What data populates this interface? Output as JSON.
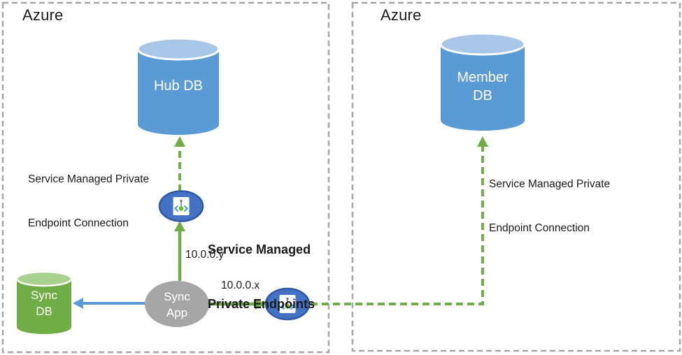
{
  "colors": {
    "region_border": "#a6a6a6",
    "db_blue": "#5b9bd5",
    "db_blue_top": "#a8c6e8",
    "db_green": "#70ad47",
    "db_green_top": "#a9d18e",
    "app_gray": "#a6a6a6",
    "arrow_green": "#70ad47",
    "arrow_blue": "#5b9bd5",
    "endpoint_fill": "#4472c4",
    "endpoint_border": "#2e58a5",
    "icon_chevron": "#35a2da",
    "icon_dot": "#76b82a",
    "icon_stem": "#607d8b",
    "white": "#ffffff"
  },
  "regions": {
    "left": {
      "label": "Azure"
    },
    "right": {
      "label": "Azure"
    }
  },
  "nodes": {
    "hub_db": {
      "label": "Hub DB"
    },
    "member_db": {
      "line1": "Member",
      "line2": "DB"
    },
    "sync_db": {
      "line1": "Sync",
      "line2": "DB"
    },
    "sync_app": {
      "line1": "Sync",
      "line2": "App"
    }
  },
  "labels": {
    "left_connection": {
      "line1": "Service Managed Private",
      "line2": "Endpoint Connection"
    },
    "right_connection": {
      "line1": "Service Managed Private",
      "line2": "Endpoint Connection"
    },
    "endpoints_title": {
      "line1": "Service Managed",
      "line2": "Private Endpoints"
    },
    "ip_y": "10.0.0.y",
    "ip_x": "10.0.0.x"
  }
}
